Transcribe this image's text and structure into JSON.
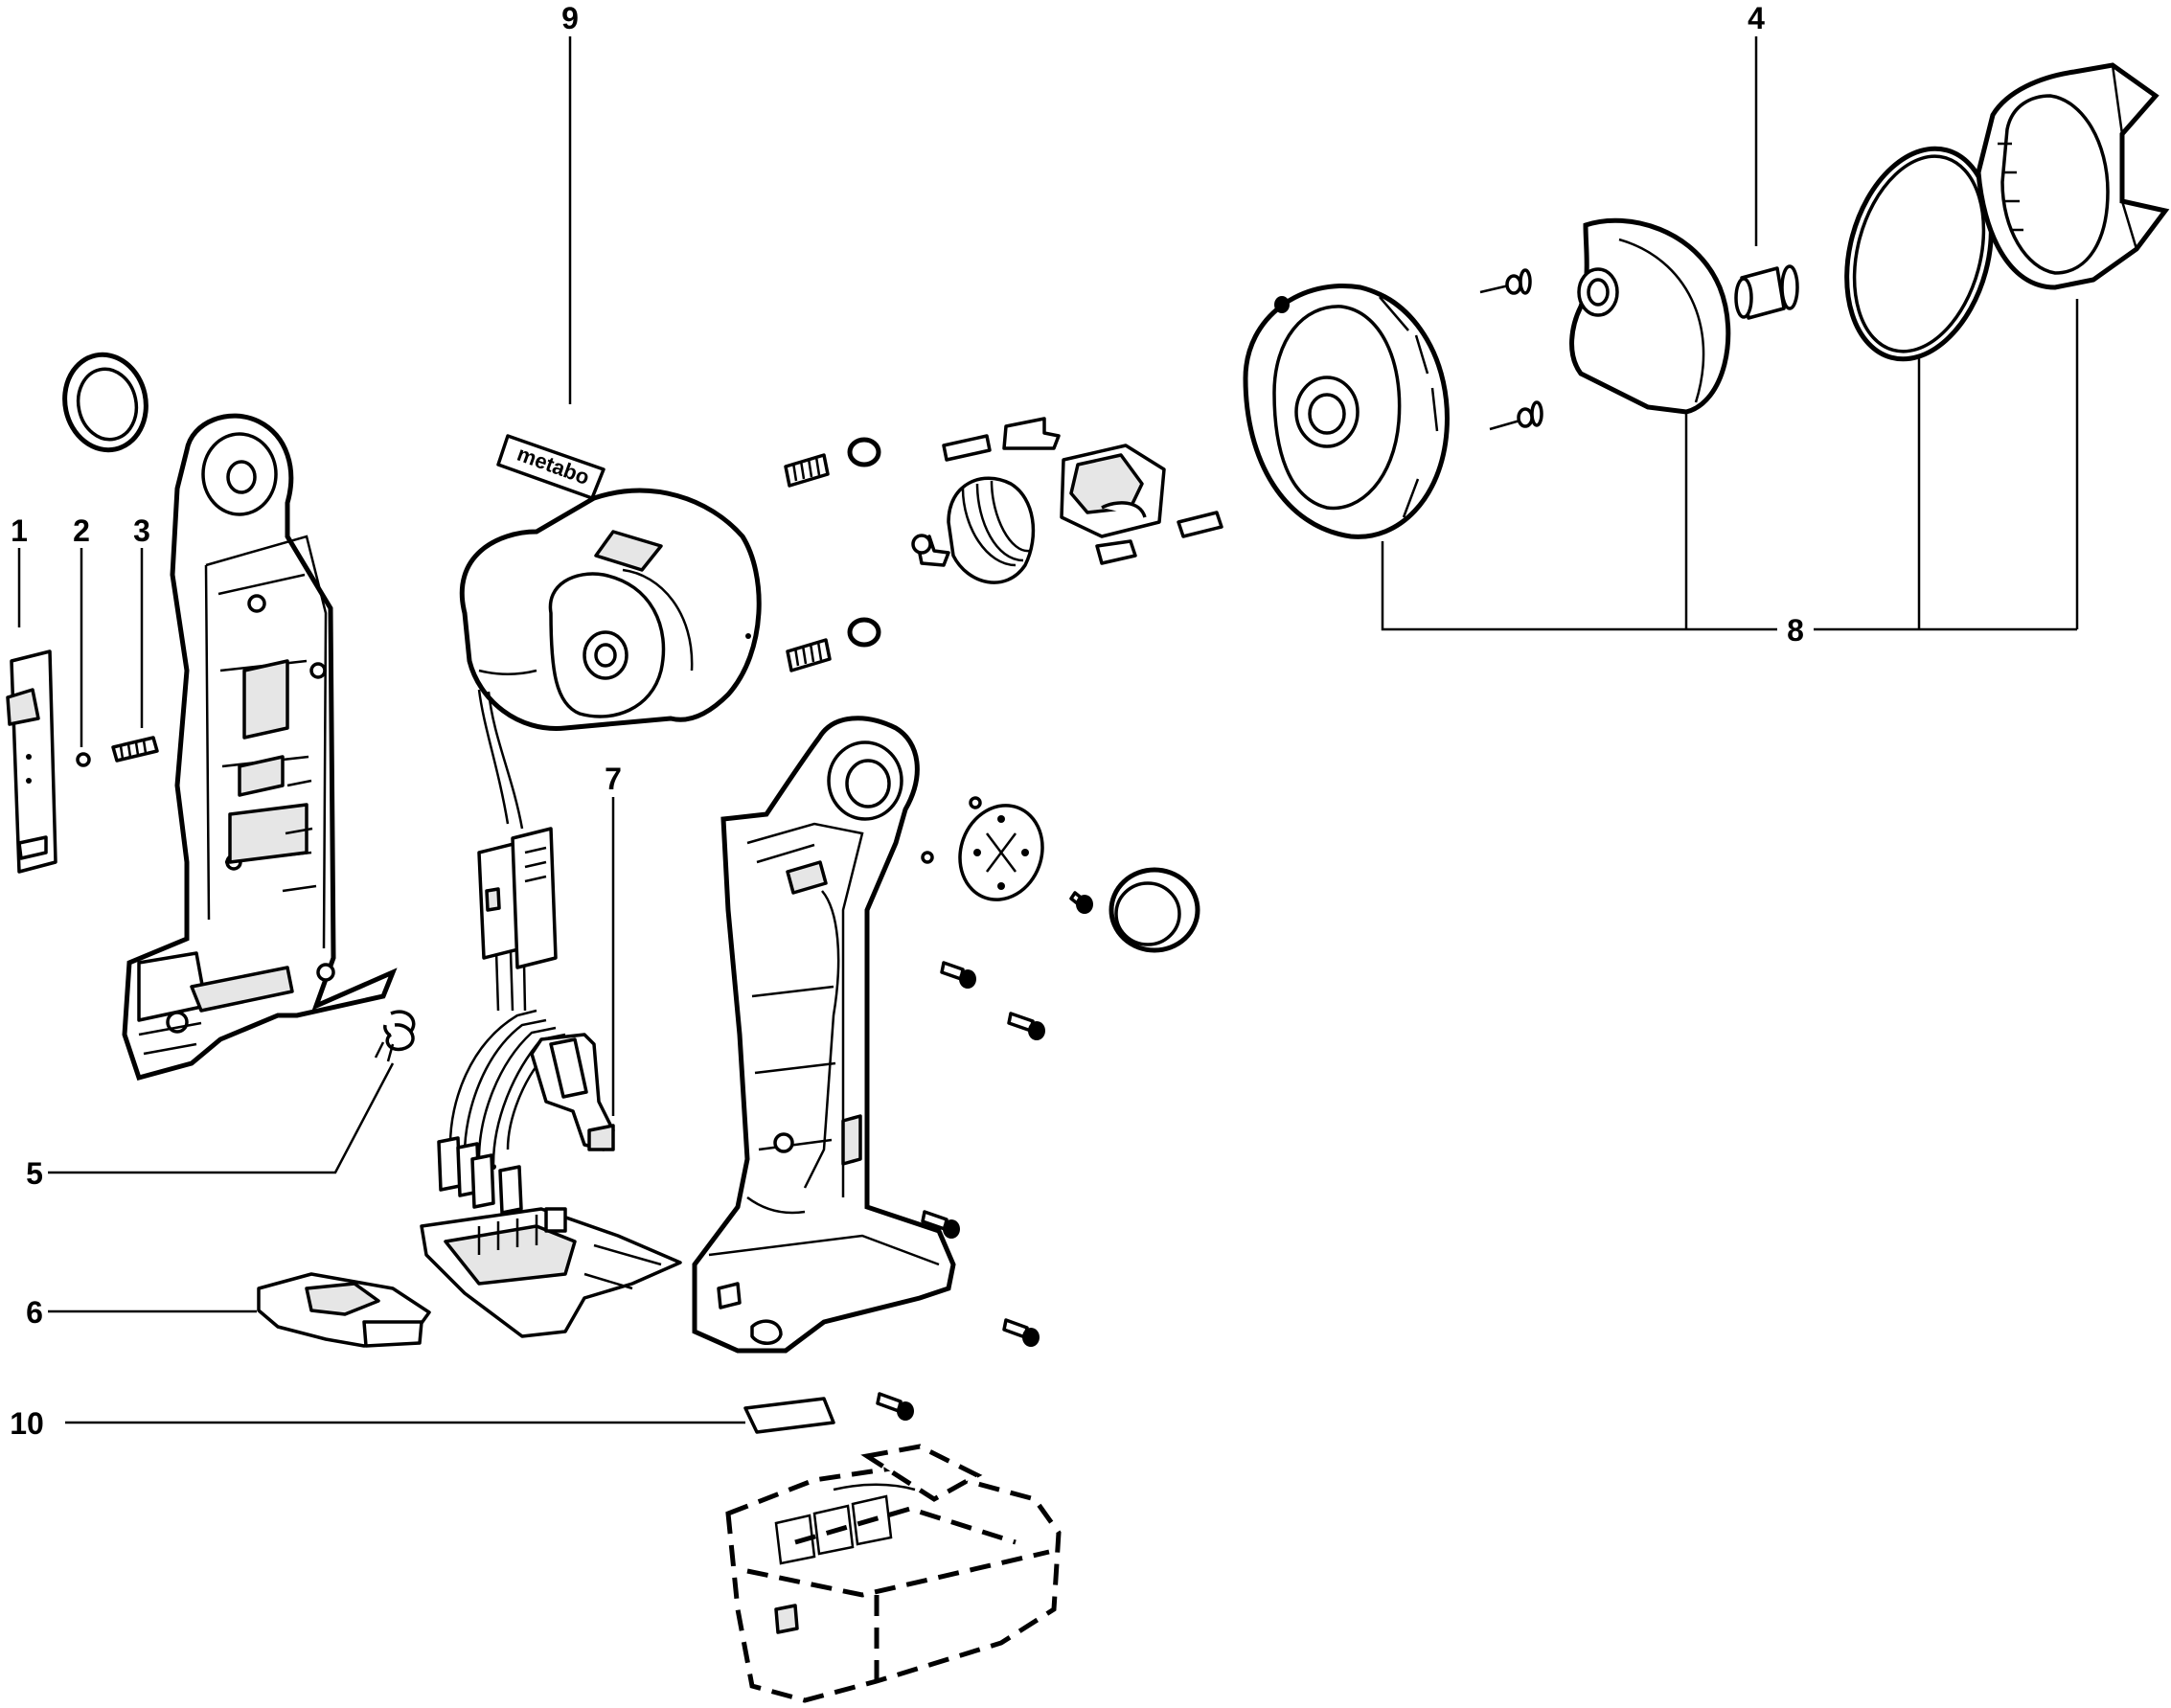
{
  "brand_label": "metabo",
  "callouts": [
    {
      "id": "1",
      "text": "1"
    },
    {
      "id": "2",
      "text": "2"
    },
    {
      "id": "3",
      "text": "3"
    },
    {
      "id": "4",
      "text": "4"
    },
    {
      "id": "5",
      "text": "5"
    },
    {
      "id": "6",
      "text": "6"
    },
    {
      "id": "7",
      "text": "7"
    },
    {
      "id": "8",
      "text": "8"
    },
    {
      "id": "9",
      "text": "9"
    },
    {
      "id": "10",
      "text": "10"
    }
  ],
  "colors": {
    "ink": "#000000",
    "paper": "#ffffff",
    "shade": "#e6e6e6"
  }
}
